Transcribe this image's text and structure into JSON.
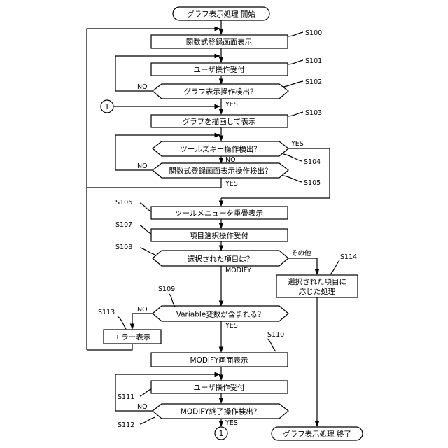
{
  "start_label": "グラフ表示処理 開始",
  "end_label": "グラフ表示処理 終了",
  "connector": "1",
  "answers": {
    "yes": "YES",
    "no": "NO",
    "modify": "MODIFY",
    "other": "その他"
  },
  "steps": {
    "s100": {
      "id": "S100",
      "text": "関数式登録画面表示"
    },
    "s101": {
      "id": "S101",
      "text": "ユーザ操作受付"
    },
    "s102": {
      "id": "S102",
      "text": "グラフ表示操作検出？"
    },
    "s103": {
      "id": "S103",
      "text": "グラフを描画して表示"
    },
    "s104": {
      "id": "S104",
      "text": "ツールズキー操作検出？"
    },
    "s105": {
      "id": "S105",
      "text": "関数式登録画面表示操作検出？"
    },
    "s106": {
      "id": "S106",
      "text": "ツールメニューを重畳表示"
    },
    "s107": {
      "id": "S107",
      "text": "項目選択操作受付"
    },
    "s108": {
      "id": "S108",
      "text": "選択された項目は？"
    },
    "s109": {
      "id": "S109",
      "text": "Variable変数が含まれる？"
    },
    "s110": {
      "id": "S110",
      "text": "MODIFY画面表示"
    },
    "s111": {
      "id": "S111",
      "text": "ユーザ操作受付"
    },
    "s112": {
      "id": "S112",
      "text": "MODIFY終了操作検出？"
    },
    "s113": {
      "id": "S113",
      "text": "エラー表示"
    },
    "s114": {
      "id": "S114",
      "text_line1": "選択された項目に",
      "text_line2": "応じた処理"
    }
  }
}
